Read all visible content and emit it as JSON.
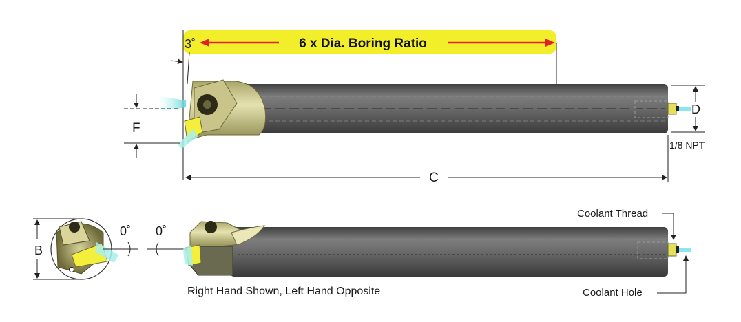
{
  "banner": {
    "text": "6 x Dia. Boring Ratio",
    "fill_color": "#f2ee2a",
    "arrow_color": "#e0202a"
  },
  "dims": {
    "angle_top": "3˚",
    "f": "F",
    "d": "D",
    "c": "C",
    "npt": "1/8 NPT",
    "b": "B",
    "angle_front": "0˚",
    "angle_side": "0˚"
  },
  "callouts": {
    "coolant_thread": "Coolant Thread",
    "coolant_hole": "Coolant Hole",
    "hand_note": "Right Hand Shown, Left Hand Opposite"
  },
  "colors": {
    "shank": "#5f5f5f",
    "head": "#d8d49a",
    "insert": "#f4ef3a",
    "coolant": "#7fe6e0"
  }
}
